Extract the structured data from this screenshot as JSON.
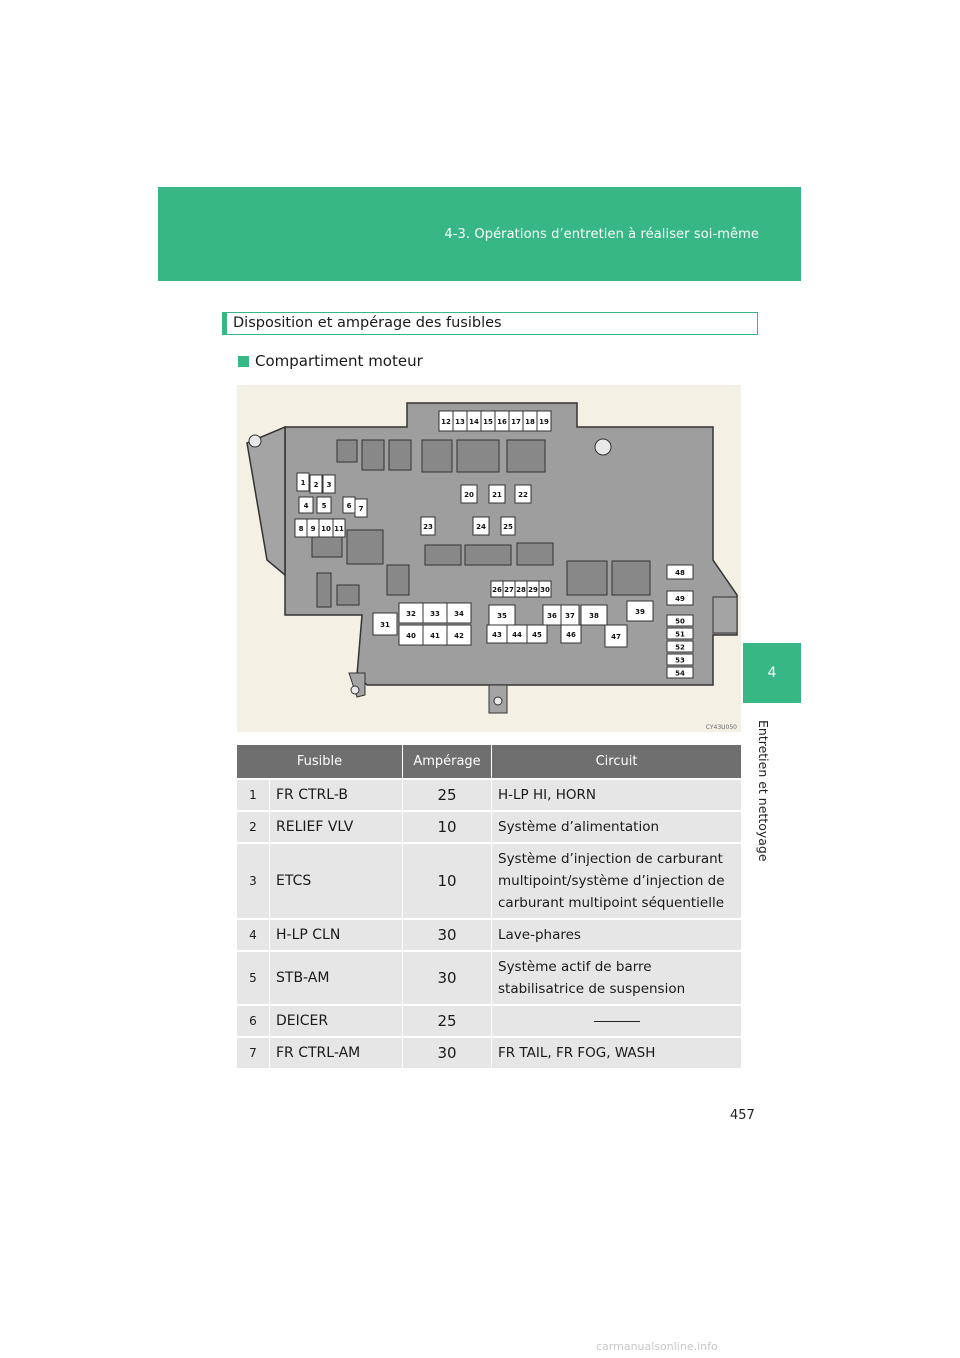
{
  "header": {
    "section": "4-3. Opérations d’entretien à réaliser soi-même"
  },
  "side_tab": {
    "chapter_number": "4",
    "chapter_title": "Entretien et nettoyage"
  },
  "page_number": "457",
  "section_title": "Disposition et ampérage des fusibles",
  "subheading": "Compartiment moteur",
  "figure": {
    "code": "CY43U050",
    "fuse_labels": [
      "1",
      "2",
      "3",
      "4",
      "5",
      "6",
      "7",
      "8",
      "9",
      "10",
      "11",
      "12",
      "13",
      "14",
      "15",
      "16",
      "17",
      "18",
      "19",
      "20",
      "21",
      "22",
      "23",
      "24",
      "25",
      "26",
      "27",
      "28",
      "29",
      "30",
      "31",
      "32",
      "33",
      "34",
      "35",
      "36",
      "37",
      "38",
      "39",
      "40",
      "41",
      "42",
      "43",
      "44",
      "45",
      "46",
      "47",
      "48",
      "49",
      "50",
      "51",
      "52",
      "53",
      "54"
    ]
  },
  "table": {
    "headers": [
      "Fusible",
      "Ampérage",
      "Circuit"
    ],
    "rows": [
      {
        "num": "1",
        "name": "FR CTRL-B",
        "amp": "25",
        "circuit": "H-LP HI, HORN"
      },
      {
        "num": "2",
        "name": "RELIEF VLV",
        "amp": "10",
        "circuit": "Système d’alimentation"
      },
      {
        "num": "3",
        "name": "ETCS",
        "amp": "10",
        "circuit": "Système d’injection de carburant multipoint/système d’injection de carburant multipoint séquentielle"
      },
      {
        "num": "4",
        "name": "H-LP CLN",
        "amp": "30",
        "circuit": "Lave-phares"
      },
      {
        "num": "5",
        "name": "STB-AM",
        "amp": "30",
        "circuit": "Système actif de barre stabilisatrice de suspension"
      },
      {
        "num": "6",
        "name": "DEICER",
        "amp": "25",
        "circuit": ""
      },
      {
        "num": "7",
        "name": "FR CTRL-AM",
        "amp": "30",
        "circuit": "FR TAIL, FR FOG, WASH"
      }
    ]
  },
  "watermark": "carmanualsonline.info"
}
